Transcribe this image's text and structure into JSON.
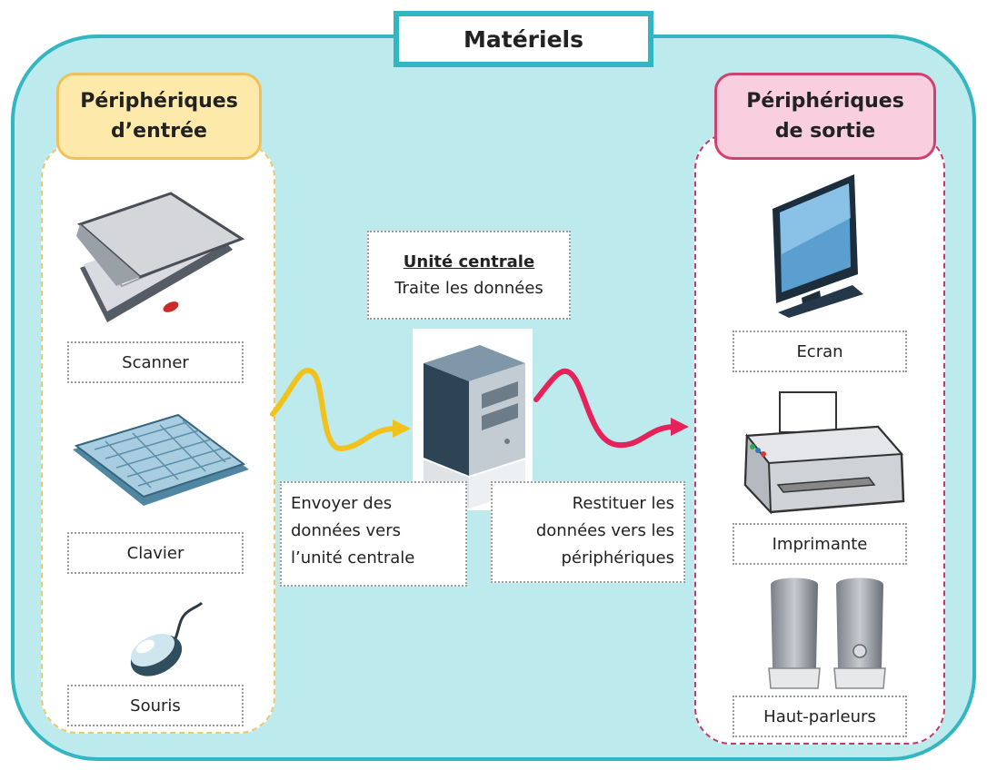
{
  "title": "Matériels",
  "input_section": {
    "header_line1": "Périphériques",
    "header_line2": "d’entrée",
    "items": [
      "Scanner",
      "Clavier",
      "Souris"
    ]
  },
  "output_section": {
    "header_line1": "Périphériques",
    "header_line2": "de sortie",
    "items": [
      "Ecran",
      "Imprimante",
      "Haut-parleurs"
    ]
  },
  "central_unit": {
    "title": "Unité centrale",
    "description": "Traite les données"
  },
  "send_note": {
    "line1": "Envoyer des",
    "line2": "données vers",
    "line3": "l’unité centrale"
  },
  "restore_note": {
    "line1": "Restituer les",
    "line2": "données vers les",
    "line3": "périphériques"
  },
  "colors": {
    "main_fill": "#bdeaec",
    "main_border": "#33b6c1",
    "input_accent": "#f0c15a",
    "output_accent": "#d1416f",
    "input_arrow": "#f2c21c",
    "output_arrow": "#e5225a"
  },
  "icons": [
    "scanner-icon",
    "keyboard-icon",
    "mouse-icon",
    "monitor-icon",
    "printer-icon",
    "speakers-icon",
    "server-tower-icon"
  ]
}
